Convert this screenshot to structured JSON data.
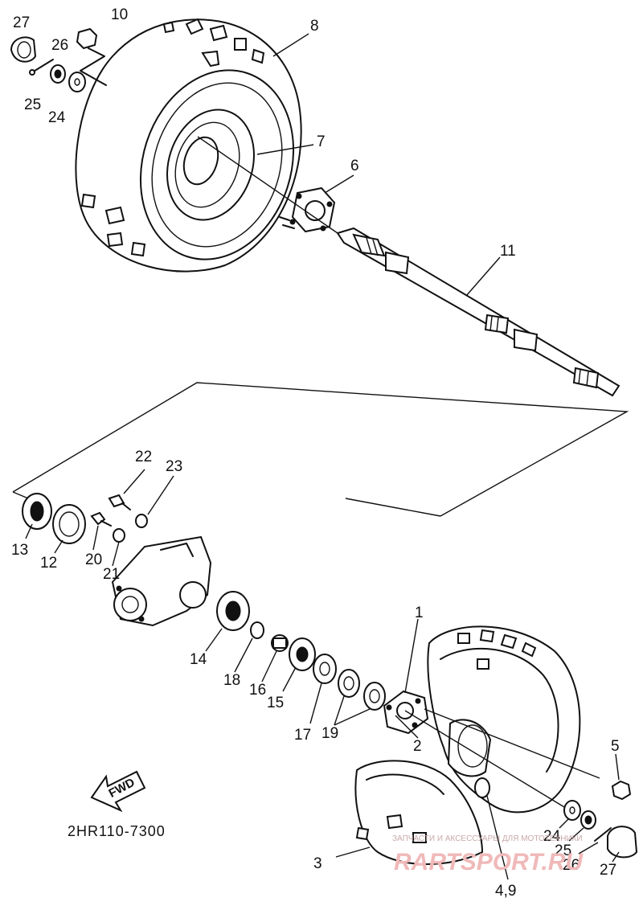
{
  "diagram_code": "2HR110-7300",
  "fwd_label": "FWD",
  "watermark": {
    "line1": "ЗАПЧАСТИ И АКСЕССУАРЫ ДЛЯ МОТОТЕХНИКИ",
    "line2": "RARTSPORT.RU"
  },
  "callouts": {
    "c27a": "27",
    "c10": "10",
    "c26a": "26",
    "c25a": "25",
    "c24a": "24",
    "c8": "8",
    "c7": "7",
    "c6": "6",
    "c11": "11",
    "c22": "22",
    "c23": "23",
    "c13": "13",
    "c12": "12",
    "c20": "20",
    "c21": "21",
    "c14": "14",
    "c18": "18",
    "c16": "16",
    "c15": "15",
    "c17": "17",
    "c19": "19",
    "c1": "1",
    "c2": "2",
    "c5": "5",
    "c3": "3",
    "c49": "4,9",
    "c24b": "24",
    "c25b": "25",
    "c26b": "26",
    "c27b": "27"
  }
}
